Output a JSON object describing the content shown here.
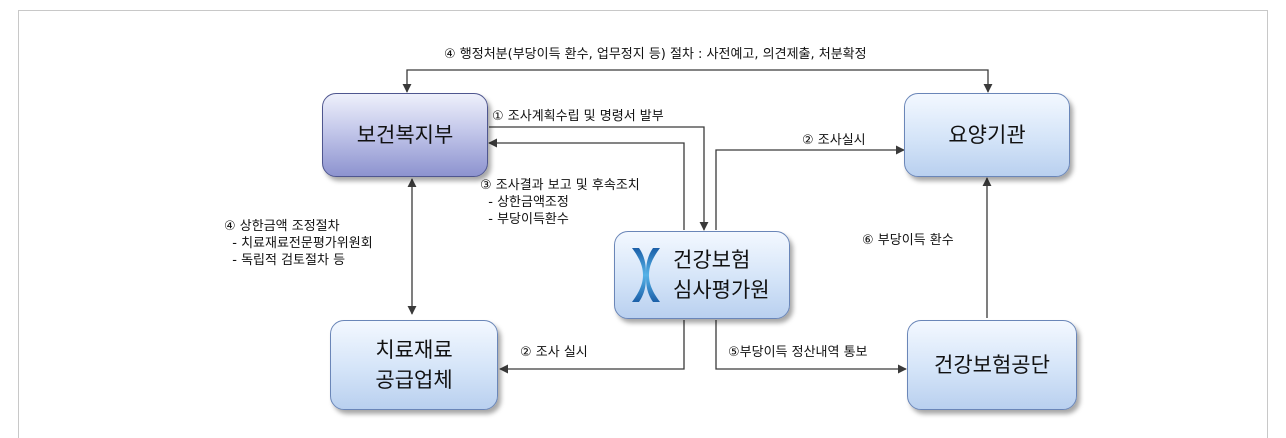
{
  "nodes": {
    "bokji": "보건복지부",
    "yoyang": "요양기관",
    "hira": [
      "건강보험",
      "심사평가원"
    ],
    "supplier": [
      "치료재료",
      "공급업체"
    ],
    "nhis": "건강보험공단"
  },
  "labels": {
    "top": "④ 행정처분(부당이득 환수, 업무정지 등) 절차 : 사전예고, 의견제출, 처분확정",
    "plan": "① 조사계획수립 및 명령서 발부",
    "survey_yoyang": "② 조사실시",
    "report": [
      "③ 조사결과 보고 및 후속조치",
      "  - 상한금액조정",
      "  - 부당이득환수"
    ],
    "ceiling": [
      "④ 상한금액 조정절차",
      "  - 치료재료전문평가위원회",
      "  - 독립적 검토절차 등"
    ],
    "recover": "⑥ 부당이득 환수",
    "survey_supplier": "② 조사 실시",
    "notify": "⑤부당이득 정산내역 통보"
  },
  "colors": {
    "arrow": "#3a3a3a",
    "bokji_fill": "#9ea3d8",
    "box_fill": "#c9dcf4",
    "logo_blue": "#2e7fc9"
  }
}
